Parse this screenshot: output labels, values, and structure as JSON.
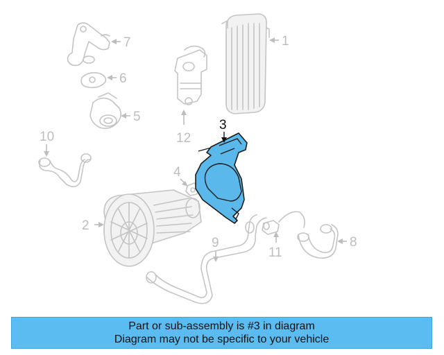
{
  "diagram": {
    "highlighted_part": "3",
    "callouts": [
      "1",
      "2",
      "3",
      "4",
      "5",
      "6",
      "7",
      "8",
      "9",
      "10",
      "11",
      "12"
    ],
    "highlight_color": "#5bb8ea",
    "part_color": "#c4c4c4"
  },
  "banner": {
    "line1": "Part or sub-assembly is #3 in diagram",
    "line2": "Diagram may not be specific to your vehicle",
    "background_color": "#5bbcf2"
  }
}
